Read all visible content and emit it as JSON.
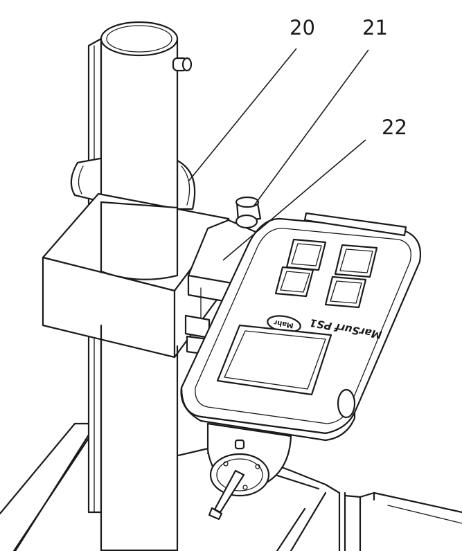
{
  "callouts": [
    "20",
    "21",
    "22"
  ],
  "device": {
    "brand_text": "MarSurf PS1",
    "logo_text": "Mahr"
  }
}
